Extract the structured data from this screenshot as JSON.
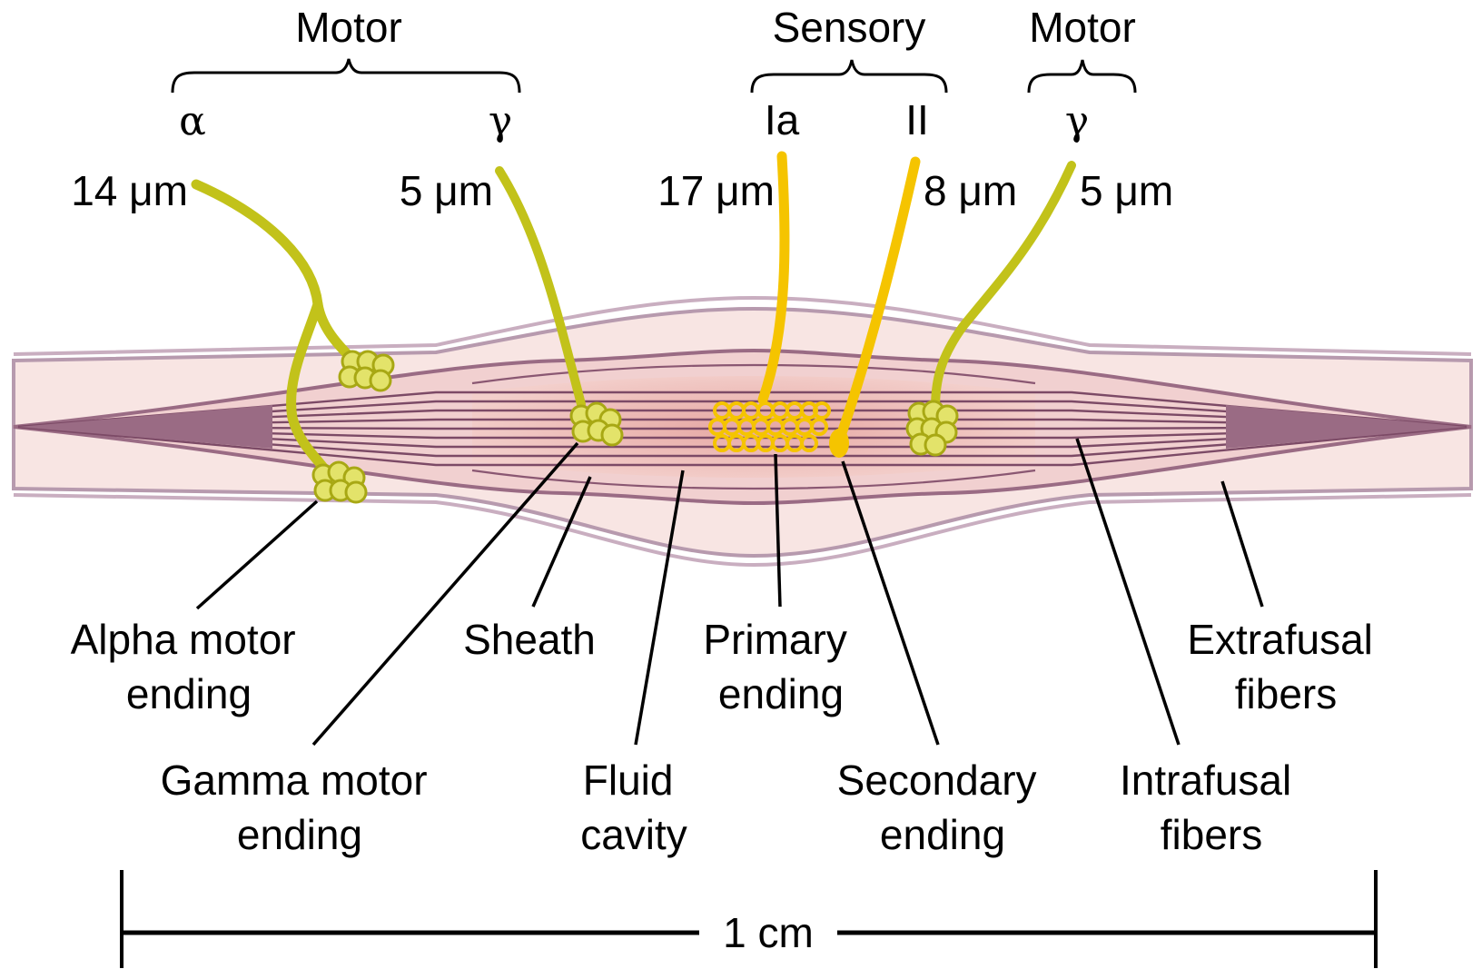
{
  "groups": {
    "motor_left": "Motor",
    "sensory": "Sensory",
    "motor_right": "Motor"
  },
  "fibers": {
    "alpha": {
      "symbol": "α",
      "size": "14 μm"
    },
    "gamma_left": {
      "symbol": "γ",
      "size": "5 μm"
    },
    "ia": {
      "symbol": "Ia",
      "size": "17 μm"
    },
    "ii": {
      "symbol": "II",
      "size": "8 μm"
    },
    "gamma_right": {
      "symbol": "γ",
      "size": "5 μm"
    }
  },
  "labels": {
    "alpha_motor_ending": [
      "Alpha motor",
      "ending"
    ],
    "gamma_motor_ending": [
      "Gamma motor",
      "ending"
    ],
    "sheath": "Sheath",
    "fluid_cavity": [
      "Fluid",
      "cavity"
    ],
    "primary_ending": [
      "Primary",
      "ending"
    ],
    "secondary_ending": [
      "Secondary",
      "ending"
    ],
    "intrafusal_fibers": [
      "Intrafusal",
      "fibers"
    ],
    "extrafusal_fibers": [
      "Extrafusal",
      "fibers"
    ]
  },
  "scale_bar": "1 cm",
  "colors": {
    "motor_nerve": "#c2c21a",
    "sensory_nerve": "#f5c400",
    "extrafusal_fill": "#f7e3e1",
    "spindle_fill": "#e9b4b4",
    "fiber_stroke": "#7c4a66"
  }
}
